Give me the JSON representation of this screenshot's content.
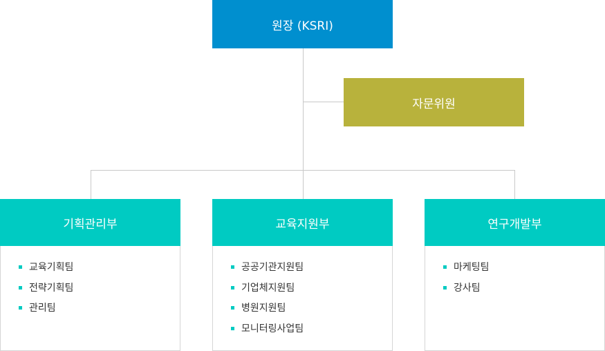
{
  "colors": {
    "director": "#008fcf",
    "advisory": "#b8b23c",
    "department": "#00cbc2",
    "bullet": "#00cbc2",
    "connector": "#c8c8c8"
  },
  "director": {
    "label": "원장 (KSRI)"
  },
  "advisory": {
    "label": "자문위원"
  },
  "departments": [
    {
      "label": "기획관리부",
      "teams": [
        "교육기획팀",
        "전략기획팀",
        "관리팀"
      ]
    },
    {
      "label": "교육지원부",
      "teams": [
        "공공기관지원팀",
        "기업체지원팀",
        "병원지원팀",
        "모니터링사업팀"
      ]
    },
    {
      "label": "연구개발부",
      "teams": [
        "마케팅팀",
        "강사팀"
      ]
    }
  ]
}
